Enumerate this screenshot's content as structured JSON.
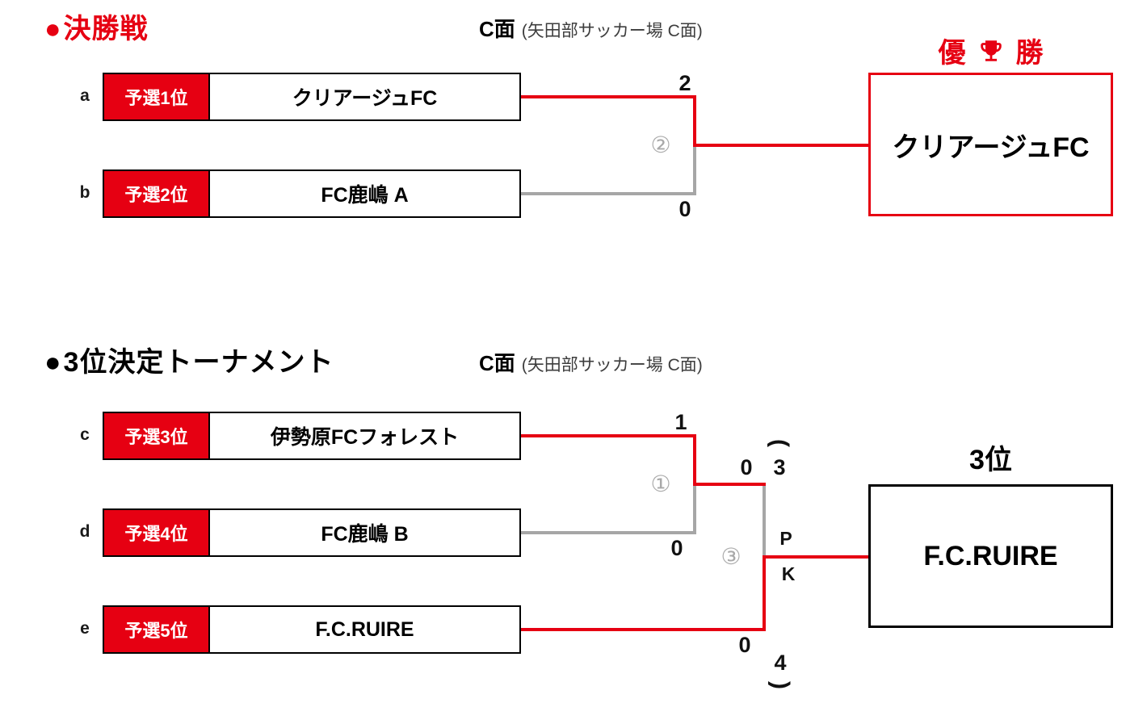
{
  "colors": {
    "accent_red": "#e60012",
    "loser_gray": "#a6a6a6"
  },
  "final": {
    "bullet": "●",
    "title": "決勝戦",
    "venue": "C面",
    "venue_detail": "(矢田部サッカー場 C面)",
    "row_a": {
      "label": "a",
      "seed": "予選1位",
      "team": "クリアージュFC"
    },
    "row_b": {
      "label": "b",
      "seed": "予選2位",
      "team": "FC鹿嶋 A"
    },
    "score_a": "2",
    "score_b": "0",
    "match_no": "②",
    "champion_label_left": "優",
    "champion_label_right": "勝",
    "trophy_icon": "trophy",
    "champion_team": "クリアージュFC"
  },
  "third": {
    "bullet": "●",
    "title": "3位決定トーナメント",
    "venue": "C面",
    "venue_detail": "(矢田部サッカー場 C面)",
    "row_c": {
      "label": "c",
      "seed": "予選3位",
      "team": "伊勢原FCフォレスト"
    },
    "row_d": {
      "label": "d",
      "seed": "予選4位",
      "team": "FC鹿嶋 B"
    },
    "row_e": {
      "label": "e",
      "seed": "予選5位",
      "team": "F.C.RUIRE"
    },
    "match1_no": "①",
    "match1_score_c": "1",
    "match1_score_d": "0",
    "match3_no": "③",
    "match3_score_top": "0",
    "match3_pk_top": "3",
    "match3_score_bottom": "0",
    "match3_pk_bottom": "4",
    "pk_p": "P",
    "pk_k": "K",
    "paren_open": "(",
    "paren_close": ")",
    "result_title": "3位",
    "third_team": "F.C.RUIRE"
  }
}
